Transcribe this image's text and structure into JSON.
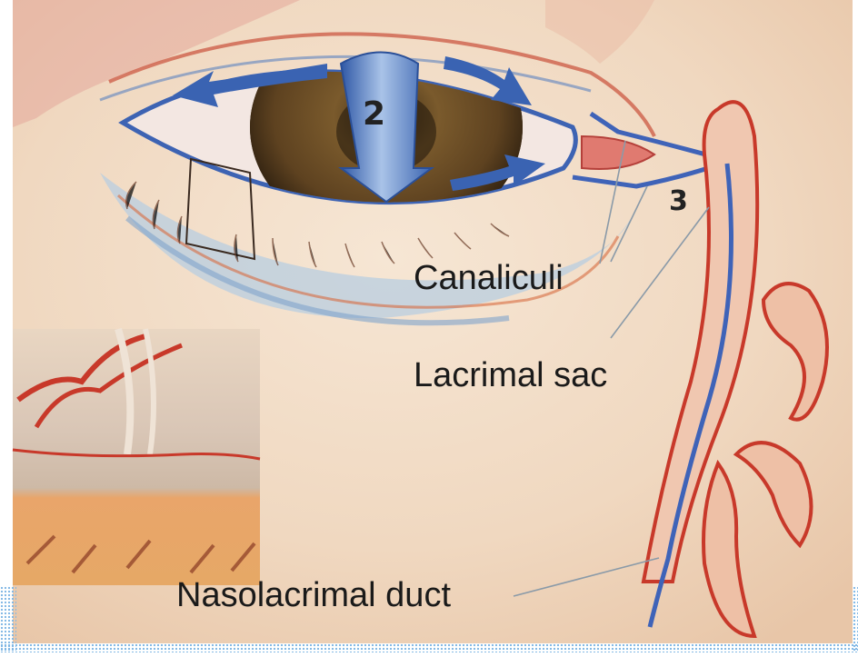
{
  "labels": {
    "step2": "2",
    "step3": "3",
    "canaliculi": "Canaliculi",
    "lacrimal_sac": "Lacrimal sac",
    "nasolacrimal_duct": "Nasolacrimal duct"
  },
  "colors": {
    "skin": "#f1dcc6",
    "vessel_red": "#c8392a",
    "duct_blue": "#3f63b8",
    "arrow_blue": "#2f5aa8",
    "iris_brown": "#6b4a22",
    "leader_line": "#8a9aa8"
  }
}
